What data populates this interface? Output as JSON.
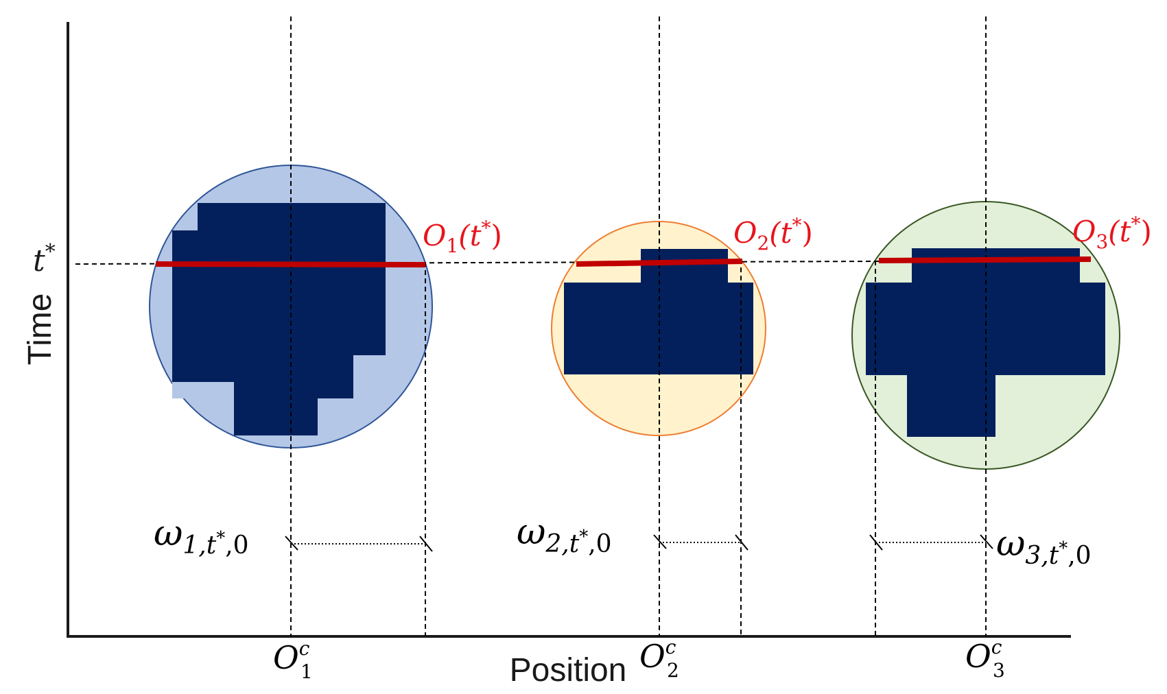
{
  "axes": {
    "x_label": "Position",
    "y_label": "Time",
    "t_label": {
      "base": "t",
      "sup": "*"
    }
  },
  "colors": {
    "axis": "#1a1a1a",
    "block": "#03205c",
    "trajectory": "#c00000",
    "label_red": "#e8141c",
    "circle1_fill": "#b4c7e7",
    "circle1_stroke": "#2f5597",
    "circle2_fill": "#fff2cc",
    "circle2_stroke": "#ed7d31",
    "circle3_fill": "#e2efd9",
    "circle3_stroke": "#385723"
  },
  "objects": [
    {
      "id": 1,
      "occupancy_label": {
        "script": "O",
        "sub": "1",
        "arg": "(t",
        "argsup": "*",
        "close": ")"
      },
      "center_label": {
        "base": "O",
        "sup": "c",
        "sub": "1"
      },
      "weight_label": {
        "base": "ω",
        "sub_pre": "1,t",
        "sub_sup": "*",
        "sub_post": ",0"
      }
    },
    {
      "id": 2,
      "occupancy_label": {
        "script": "O",
        "sub": "2",
        "arg": "(t",
        "argsup": "*",
        "close": ")"
      },
      "center_label": {
        "base": "O",
        "sup": "c",
        "sub": "2"
      },
      "weight_label": {
        "base": "ω",
        "sub_pre": "2,t",
        "sub_sup": "*",
        "sub_post": ",0"
      }
    },
    {
      "id": 3,
      "occupancy_label": {
        "script": "O",
        "sub": "3",
        "arg": "(t",
        "argsup": "*",
        "close": ")"
      },
      "center_label": {
        "base": "O",
        "sup": "c",
        "sub": "3"
      },
      "weight_label": {
        "base": "ω",
        "sub_pre": "3,t",
        "sub_sup": "*",
        "sub_post": ",0"
      }
    }
  ]
}
